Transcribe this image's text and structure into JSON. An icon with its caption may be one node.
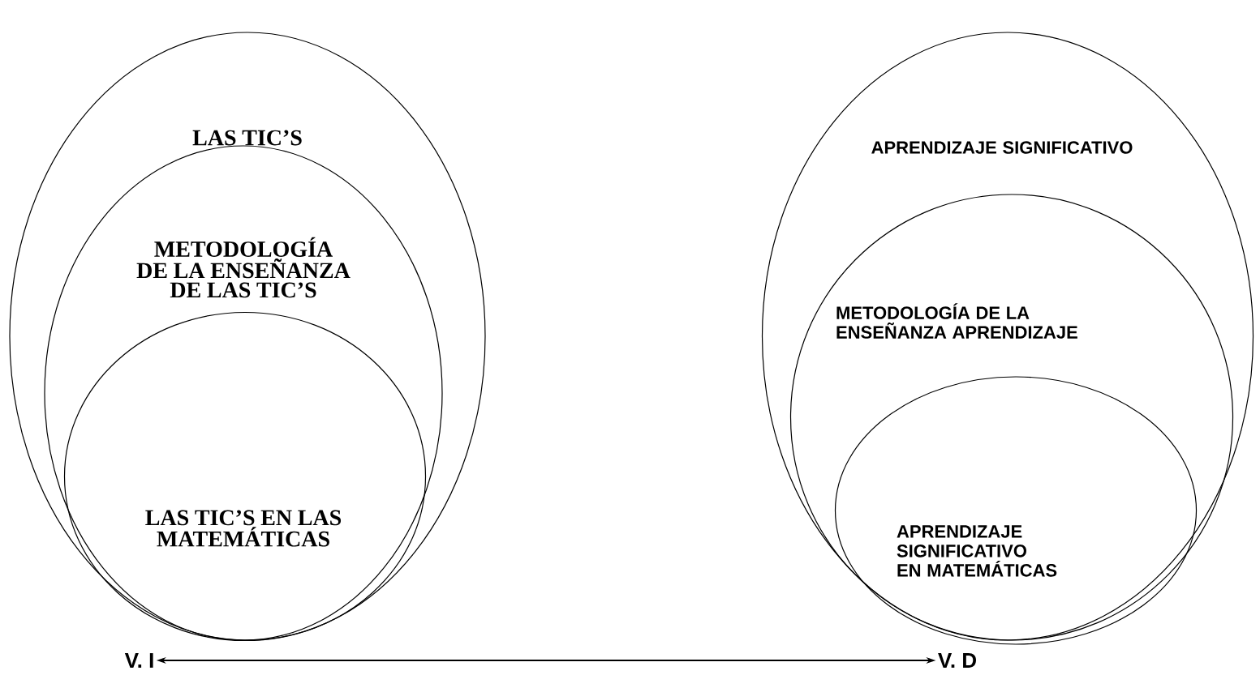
{
  "diagram": {
    "nodes": [
      {
        "text": [
          "LAS TIC’S"
        ]
      },
      {
        "text": [
          "METODOLOGÍA DE LA ENSEÑANZA DE LAS TIC’S"
        ],
        "in": 0
      },
      {
        "text": [
          "LAS TIC’S EN LAS MATEMÁTICAS"
        ],
        "in": 1
      },
      {
        "text": [
          "APRENDIZAJE SIGNIFICATIVO"
        ]
      },
      {
        "text": [
          "METODOLOGÍA DE LA ENSEÑANZA APRENDIZAJE"
        ],
        "in": 3
      },
      {
        "text": [
          "APRENDIZAJE SIGNIFICATIVO EN MATEMÁTICAS"
        ],
        "in": 4
      },
      {
        "text": [
          "V. I"
        ]
      },
      {
        "text": [
          "V. D"
        ]
      }
    ],
    "edges": [
      {
        "from": 6,
        "to": 7,
        "arrow": "both"
      }
    ]
  }
}
